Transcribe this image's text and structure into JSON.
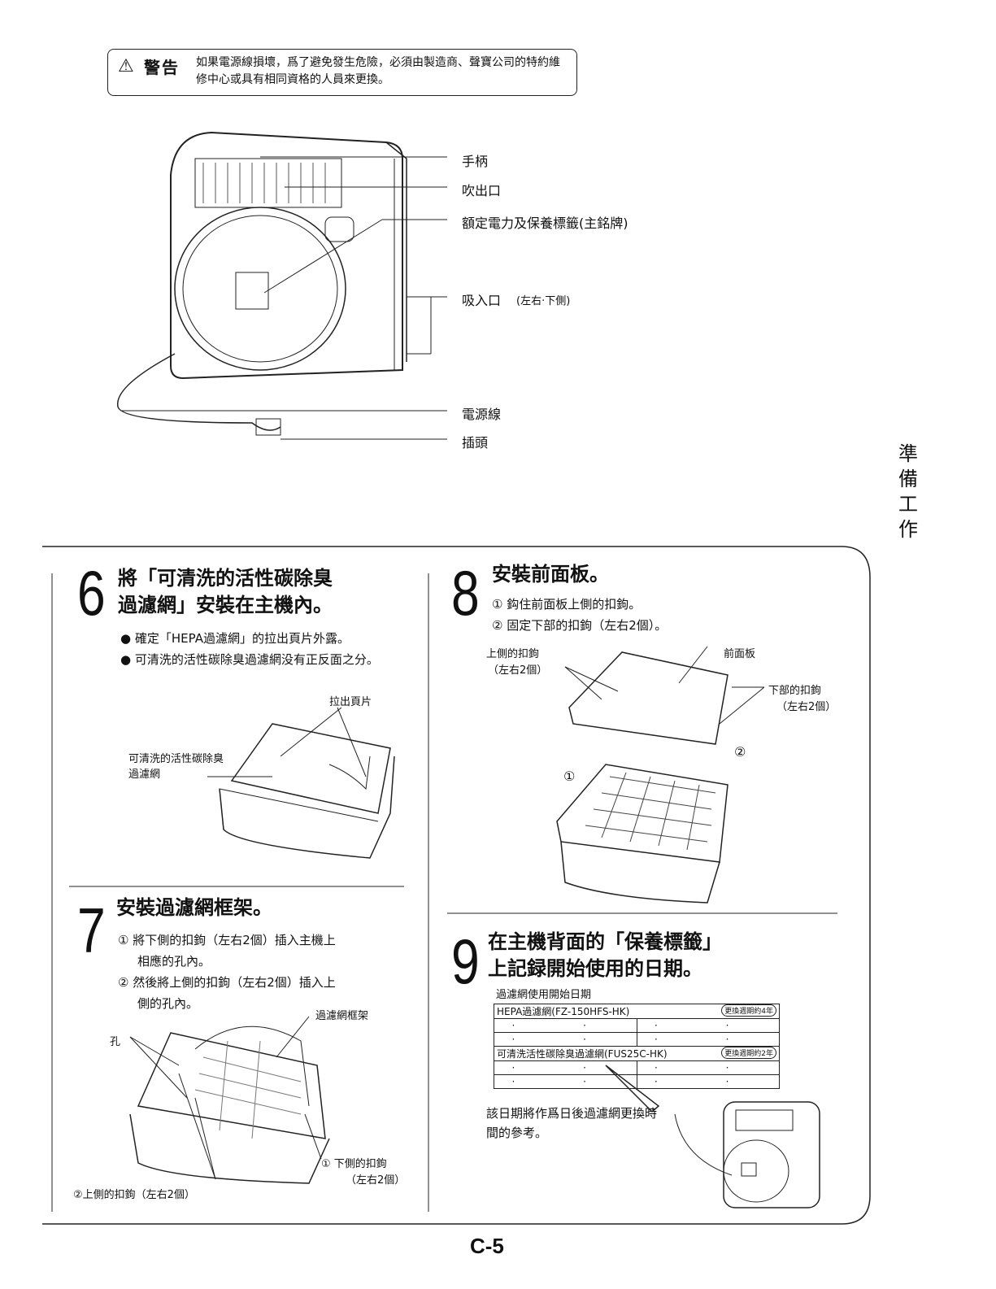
{
  "warning": {
    "icon": "warning-triangle-icon",
    "title": "警告",
    "text": "如果電源線損壞，爲了避免發生危險，必須由製造商、聲寶公司的特約維修中心或具有相同資格的人員來更換。"
  },
  "diagram_labels": {
    "handle": "手柄",
    "outlet": "吹出口",
    "rating_label": "額定電力及保養標籤(主銘牌)",
    "inlet": "吸入口",
    "inlet_note": "(左右·下側)",
    "power_cord": "電源線",
    "plug": "插頭"
  },
  "side_tab": [
    "準",
    "備",
    "工",
    "作"
  ],
  "step6": {
    "number": "6",
    "title_line1": "將「可清洗的活性碳除臭",
    "title_line2": "過濾網」安裝在主機內。",
    "bullets": [
      "確定「HEPA過濾網」的拉出頁片外露。",
      "可清洗的活性碳除臭過濾網没有正反面之分。"
    ],
    "label_tab": "拉出頁片",
    "label_filter": "可清洗的活性碳除臭過濾網"
  },
  "step7": {
    "number": "7",
    "title": "安裝過濾網框架。",
    "items": [
      "① 將下側的扣鉤（左右2個）插入主機上相應的孔內。",
      "② 然後將上側的扣鉤（左右2個）插入上側的孔內。"
    ],
    "label_frame": "過濾網框架",
    "label_hole": "孔",
    "label_lower": "① 下側的扣鉤",
    "label_lower_note": "（左右2個）",
    "label_upper": "②上側的扣鉤（左右2個）"
  },
  "step8": {
    "number": "8",
    "title": "安裝前面板。",
    "items": [
      "① 鈎住前面板上側的扣鉤。",
      "② 固定下部的扣鉤（左右2個）。"
    ],
    "label_upper": "上側的扣鉤",
    "label_upper_note": "（左右2個）",
    "label_panel": "前面板",
    "label_lower": "下部的扣鉤",
    "label_lower_note": "（左右2個）",
    "marker1": "①",
    "marker2": "②"
  },
  "step9": {
    "number": "9",
    "title_line1": "在主機背面的「保養標籤」",
    "title_line2": "上記録開始使用的日期。",
    "table_caption": "過濾網使用開始日期",
    "hepa_row": "HEPA過濾網(FZ-150HFS-HK)",
    "hepa_badge": "更換週期約4年",
    "carbon_row": "可清洗活性碳除臭過濾網(FUS25C-HK)",
    "carbon_badge": "更換週期約2年",
    "date_dots": "· ·",
    "note": "該日期將作爲日後過濾網更換時間的參考。"
  },
  "page_number": "C-5"
}
